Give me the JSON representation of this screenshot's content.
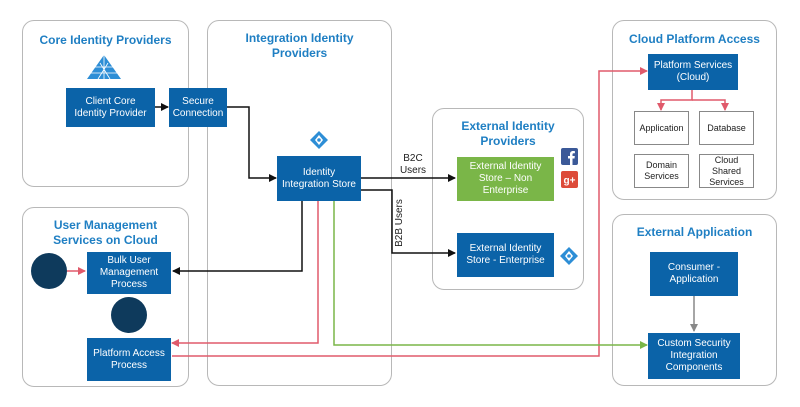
{
  "panels": {
    "core": "Core Identity Providers",
    "integration": "Integration Identity Providers",
    "external_idp": "External Identity Providers",
    "cloud": "Cloud Platform Access",
    "user_mgmt": "User Management Services on Cloud",
    "external_app": "External Application"
  },
  "nodes": {
    "client_core": "Client Core Identity Provider",
    "secure_conn": "Secure Connection",
    "iis": "Identity Integration Store",
    "ext_non_ent": "External Identity Store – Non Enterprise",
    "ext_ent": "External Identity Store - Enterprise",
    "platform_services": "Platform Services (Cloud)",
    "application": "Application",
    "database": "Database",
    "domain_services": "Domain Services",
    "cloud_shared": "Cloud Shared Services",
    "bulk_user": "Bulk User Management Process",
    "platform_access": "Platform Access Process",
    "consumer_app": "Consumer - Application",
    "custom_security": "Custom Security Integration Components"
  },
  "edge_labels": {
    "b2c": "B2C Users",
    "b2b": "B2B Users"
  },
  "colors": {
    "node_blue": "#0b63a8",
    "node_green": "#7ab648",
    "title_blue": "#1f7fc3",
    "arrow_red": "#e05a6b",
    "arrow_green": "#7ab648",
    "arrow_black": "#111111",
    "arrow_gray": "#888888"
  },
  "icons": [
    "azure-pyramid-icon",
    "azure-ad-icon",
    "facebook-icon",
    "google-plus-icon",
    "user-circle-icon"
  ]
}
